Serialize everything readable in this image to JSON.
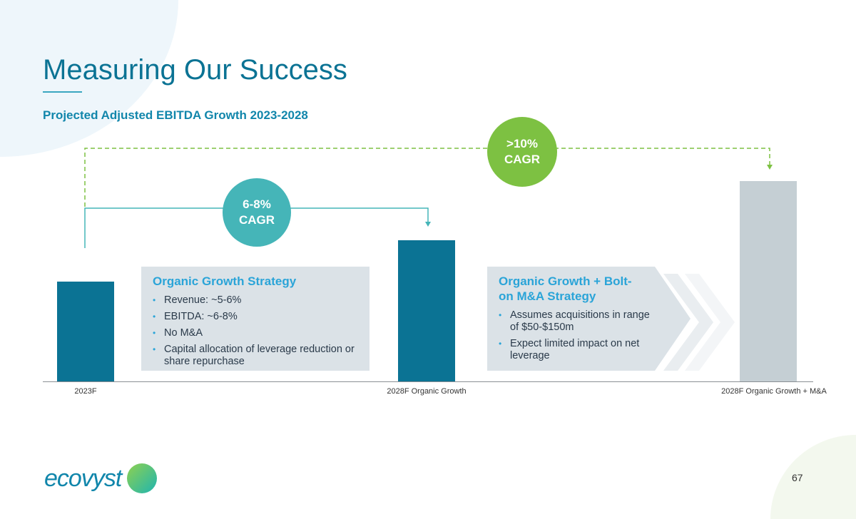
{
  "title": "Measuring Our Success",
  "subtitle": "Projected Adjusted EBITDA Growth 2023-2028",
  "chart_data": {
    "type": "bar",
    "title": "Projected Adjusted EBITDA Growth 2023-2028",
    "categories": [
      "2023F",
      "2028F Organic Growth",
      "2028F Organic Growth + M&A"
    ],
    "values": [
      100,
      141,
      200
    ],
    "colors": [
      "#0b7394",
      "#0b7394",
      "#c5cfd4"
    ],
    "ylabel": "",
    "xlabel": "",
    "ylim": [
      0,
      210
    ],
    "annotations": [
      {
        "label_line1": "6-8%",
        "label_line2": "CAGR",
        "from": "2023F",
        "to": "2028F Organic Growth",
        "color": "#45b5b8"
      },
      {
        "label_line1": ">10%",
        "label_line2": "CAGR",
        "from": "2023F",
        "to": "2028F Organic Growth + M&A",
        "color": "#7dc142"
      }
    ]
  },
  "boxes": [
    {
      "heading": "Organic Growth Strategy",
      "bullets": [
        "Revenue: ~5-6%",
        "EBITDA: ~6-8%",
        "No M&A",
        "Capital allocation of leverage reduction or share repurchase"
      ]
    },
    {
      "heading": "Organic Growth + Bolt-on M&A Strategy",
      "bullets": [
        "Assumes acquisitions in range of $50-$150m",
        "Expect limited impact on net leverage"
      ]
    }
  ],
  "logo": "ecovyst",
  "page_number": "67"
}
